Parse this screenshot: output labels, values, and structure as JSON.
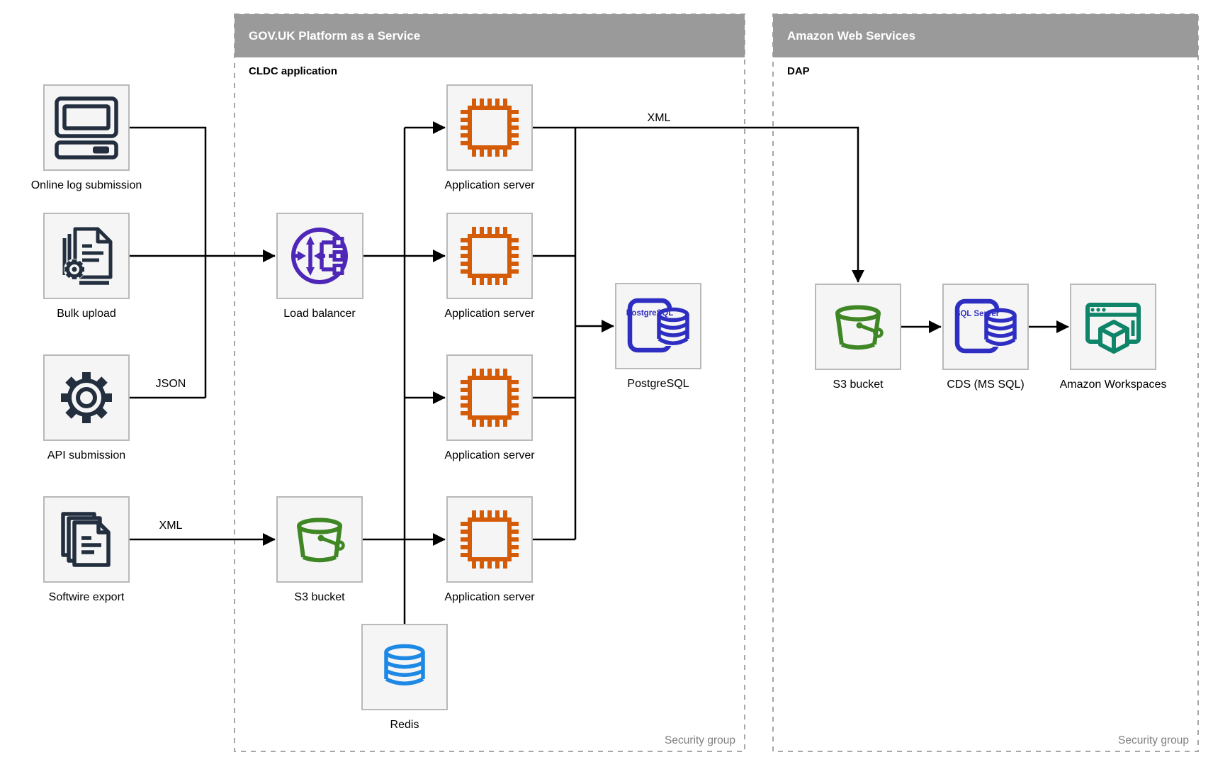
{
  "containers": {
    "paas": {
      "title": "GOV.UK Platform as a Service",
      "subtitle": "CLDC application",
      "footer": "Security group"
    },
    "aws": {
      "title": "Amazon Web Services",
      "subtitle": "DAP",
      "footer": "Security group"
    }
  },
  "nodes": {
    "online_log_submission": {
      "label": "Online log submission",
      "icon": "desktop-computer-icon"
    },
    "bulk_upload": {
      "label": "Bulk upload",
      "icon": "document-gear-icon"
    },
    "api_submission": {
      "label": "API submission",
      "icon": "gear-icon"
    },
    "softwire_export": {
      "label": "Softwire export",
      "icon": "document-stack-icon"
    },
    "load_balancer": {
      "label": "Load balancer",
      "icon": "load-balancer-icon"
    },
    "app_server_1": {
      "label": "Application server",
      "icon": "cpu-chip-icon"
    },
    "app_server_2": {
      "label": "Application server",
      "icon": "cpu-chip-icon"
    },
    "app_server_3": {
      "label": "Application server",
      "icon": "cpu-chip-icon"
    },
    "app_server_4": {
      "label": "Application server",
      "icon": "cpu-chip-icon"
    },
    "postgresql": {
      "label": "PostgreSQL",
      "badge": "PostgreSQL",
      "icon": "postgresql-database-icon"
    },
    "s3_bucket_paas": {
      "label": "S3 bucket",
      "icon": "s3-bucket-icon"
    },
    "redis": {
      "label": "Redis",
      "icon": "redis-database-icon"
    },
    "s3_bucket_aws": {
      "label": "S3 bucket",
      "icon": "s3-bucket-icon"
    },
    "cds_ms_sql": {
      "label": "CDS (MS SQL)",
      "badge": "SQL Server",
      "icon": "sql-server-database-icon"
    },
    "amazon_workspaces": {
      "label": "Amazon Workspaces",
      "icon": "amazon-workspaces-icon"
    }
  },
  "edge_labels": {
    "api_to_junction": "JSON",
    "softwire_to_s3": "XML",
    "app_to_aws": "XML"
  },
  "colors": {
    "navy": "#232F3E",
    "orange": "#D45B07",
    "purple": "#4E27B8",
    "indigo": "#2E2EC2",
    "blue": "#1E88E5",
    "green": "#3F8624",
    "teal": "#0E8468",
    "header_gray": "#9A9A9A",
    "footer_gray": "#7F7F7F"
  }
}
